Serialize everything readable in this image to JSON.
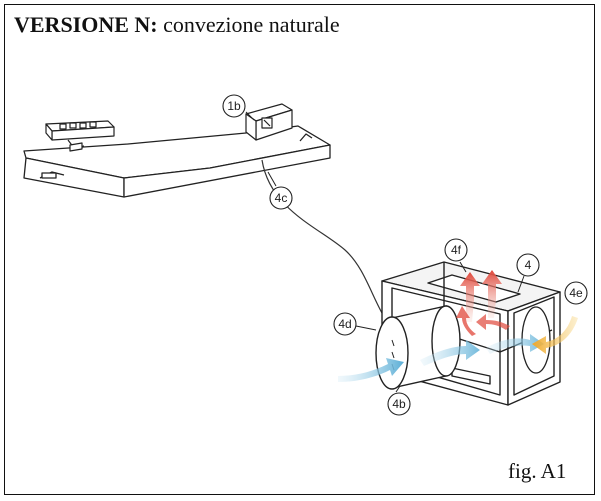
{
  "title": {
    "bold": "VERSIONE N:",
    "normal": "convezione naturale"
  },
  "figure_label": "fig. A1",
  "callouts": {
    "c1b": "1b",
    "c4c": "4c",
    "c4f": "4f",
    "c4": "4",
    "c4e": "4e",
    "c4d": "4d",
    "c4b": "4b"
  },
  "colors": {
    "line": "#222222",
    "hot_air": "#e0473a",
    "cold_air": "#6fb6d8",
    "warm_intake": "#f2b53a"
  }
}
